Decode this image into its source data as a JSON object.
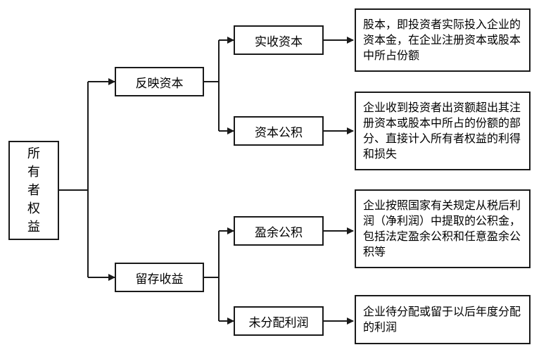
{
  "root": {
    "chars": [
      "所",
      "有",
      "者",
      "权",
      "益"
    ]
  },
  "level1": [
    {
      "label": "反映资本"
    },
    {
      "label": "留存收益"
    }
  ],
  "level2": [
    {
      "label": "实收资本",
      "desc": "股本，即投资者实际投入企业的资本金，在企业注册资本或股本中所占份额"
    },
    {
      "label": "资本公积",
      "desc": "企业收到投资者出资额超出其注册资本或股本中所占的份额的部分、直接计入所有者权益的利得和损失"
    },
    {
      "label": "盈余公积",
      "desc": "企业按照国家有关规定从税后利润（净利润）中提取的公积金，包括法定盈余公积和任意盈余公积等"
    },
    {
      "label": "未分配利润",
      "desc": "企业待分配或留于以后年度分配的利润"
    }
  ]
}
